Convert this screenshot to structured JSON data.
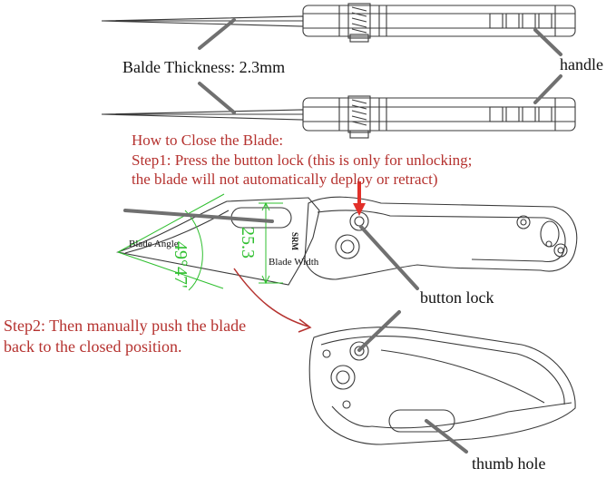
{
  "labels": {
    "thickness": "Balde Thickness: 2.3mm",
    "handle": "handle",
    "howto_title": "How to Close the Blade:",
    "step1_line1": "Step1: Press the button lock (this is only for unlocking;",
    "step1_line2": "the blade will not automatically deploy or retract)",
    "blade_angle": "Blade Angle",
    "angle_value": "49°47'",
    "width_value": "25.3",
    "blade_width": "Blade Width",
    "button_lock": "button lock",
    "step2_line1": "Step2: Then manually push the blade",
    "step2_line2": "back to the closed position.",
    "thumb_hole": "thumb hole",
    "logo_text": "SRM"
  },
  "colors": {
    "line": "#3a3a3a",
    "pointer": "#707070",
    "red": "#b5322f",
    "arrow_red": "#e2302a",
    "green": "#2fbf2f"
  }
}
